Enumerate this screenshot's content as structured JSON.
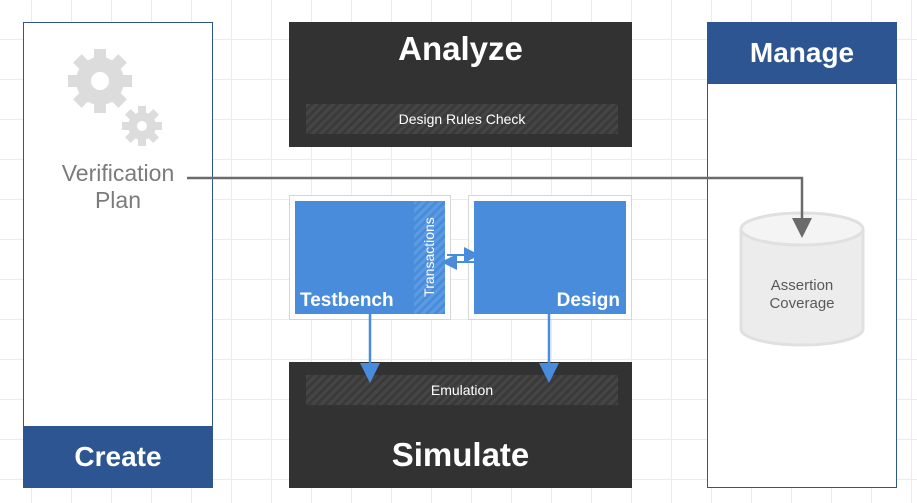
{
  "create": {
    "title": "Create",
    "plan_line1": "Verification",
    "plan_line2": "Plan"
  },
  "manage": {
    "title": "Manage",
    "db_line1": "Assertion",
    "db_line2": "Coverage"
  },
  "analyze": {
    "title": "Analyze",
    "bar": "Design Rules Check"
  },
  "simulate": {
    "title": "Simulate",
    "bar": "Emulation"
  },
  "center": {
    "testbench": "Testbench",
    "design": "Design",
    "transactions": "Transactions"
  },
  "colors": {
    "navy": "#2c5592",
    "dark": "#323232",
    "blue": "#4a8cdc",
    "gray": "#7b7b7b"
  }
}
